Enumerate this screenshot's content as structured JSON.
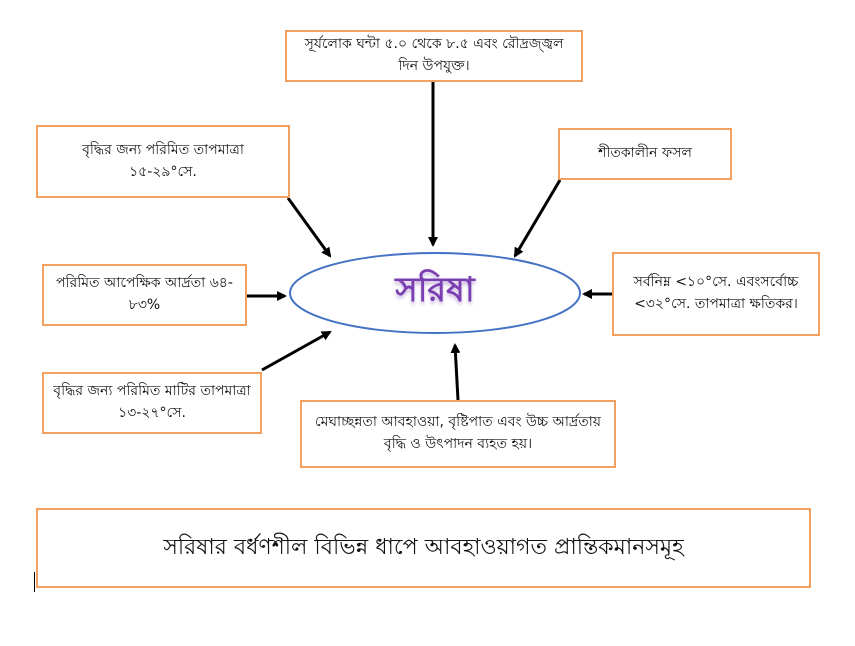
{
  "center": {
    "label": "সরিষা"
  },
  "boxes": {
    "top": "সূর্যলোক ঘন্টা ৫.০ থেকে ৮.৫ এবং রৌদ্রজ্জ্বল দিন  উপযুক্ত।",
    "upper_left": "বৃদ্ধির জন্য পরিমিত তাপমাত্রা ১৫-২৯°সে.",
    "upper_right": "শীতকালীন ফসল",
    "left": "পরিমিত আপেক্ষিক আর্দ্রতা ৬৪- ৮৩%",
    "right": "সর্বনিম্ন <১০°সে.  এবংসর্বোচ্চ <৩২°সে. তাপমাত্রা ক্ষতিকর।",
    "lower_left": "বৃদ্ধির জন্য পরিমিত মাটির তাপমাত্রা ১৩-২৭°সে.",
    "bottom": "মেঘাচ্ছন্নতা আবহাওয়া, বৃষ্টিপাত এবং উচ্চ আর্দ্রতায় বৃদ্ধি ও উৎপাদন ব্যহত হয়।"
  },
  "caption": "সরিষার বর্ধণশীল বিভিন্ন ধাপে আবহাওয়াগত প্রান্তিকমানসমূহ",
  "colors": {
    "box_border": "#f0a060",
    "ellipse_stroke": "#4472c4",
    "center_text": "#7a3fb0"
  }
}
